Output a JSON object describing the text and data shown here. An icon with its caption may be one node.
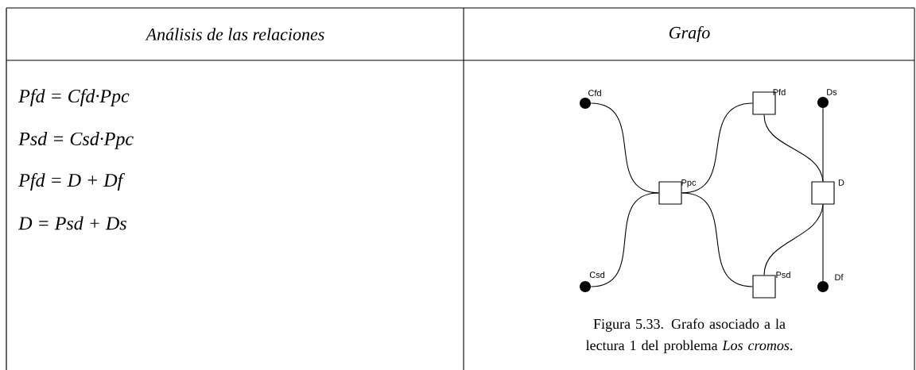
{
  "diagram": {
    "caption": "Figura 5.33. Grafo asociado a la lectura 1 del problema *Los cromos*.",
    "nodes": [
      {
        "text": [],
        "shape": "circle",
        "beside": [
          "Cfd"
        ]
      },
      {
        "text": [],
        "shape": "box",
        "beside": [
          "Pfd"
        ]
      },
      {
        "text": [],
        "shape": "circle",
        "beside": [
          "Ds"
        ]
      },
      {
        "text": [],
        "shape": "box",
        "beside": [
          "Ppc"
        ]
      },
      {
        "text": [],
        "shape": "box",
        "beside": [
          "D"
        ]
      },
      {
        "text": [],
        "shape": "circle",
        "beside": [
          "Csd"
        ]
      },
      {
        "text": [],
        "shape": "box",
        "beside": [
          "Psd"
        ]
      },
      {
        "text": [],
        "shape": "circle",
        "beside": [
          "Df"
        ]
      }
    ],
    "edges": [
      {
        "from": 0,
        "to": 3,
        "arrow": "none"
      },
      {
        "from": 5,
        "to": 3,
        "arrow": "none"
      },
      {
        "from": 3,
        "to": 1,
        "arrow": "none"
      },
      {
        "from": 3,
        "to": 6,
        "arrow": "none"
      },
      {
        "from": 1,
        "to": 4,
        "arrow": "none"
      },
      {
        "from": 6,
        "to": 4,
        "arrow": "none"
      },
      {
        "from": 2,
        "to": 4,
        "arrow": "none"
      },
      {
        "from": 7,
        "to": 4,
        "arrow": "none"
      }
    ],
    "labels": [
      "Análisis de las relaciones",
      "Grafo",
      "Pfd = Cfd·Ppc",
      "Psd = Csd·Ppc",
      "Pfd = D + Df",
      "D = Psd + Ds"
    ]
  }
}
